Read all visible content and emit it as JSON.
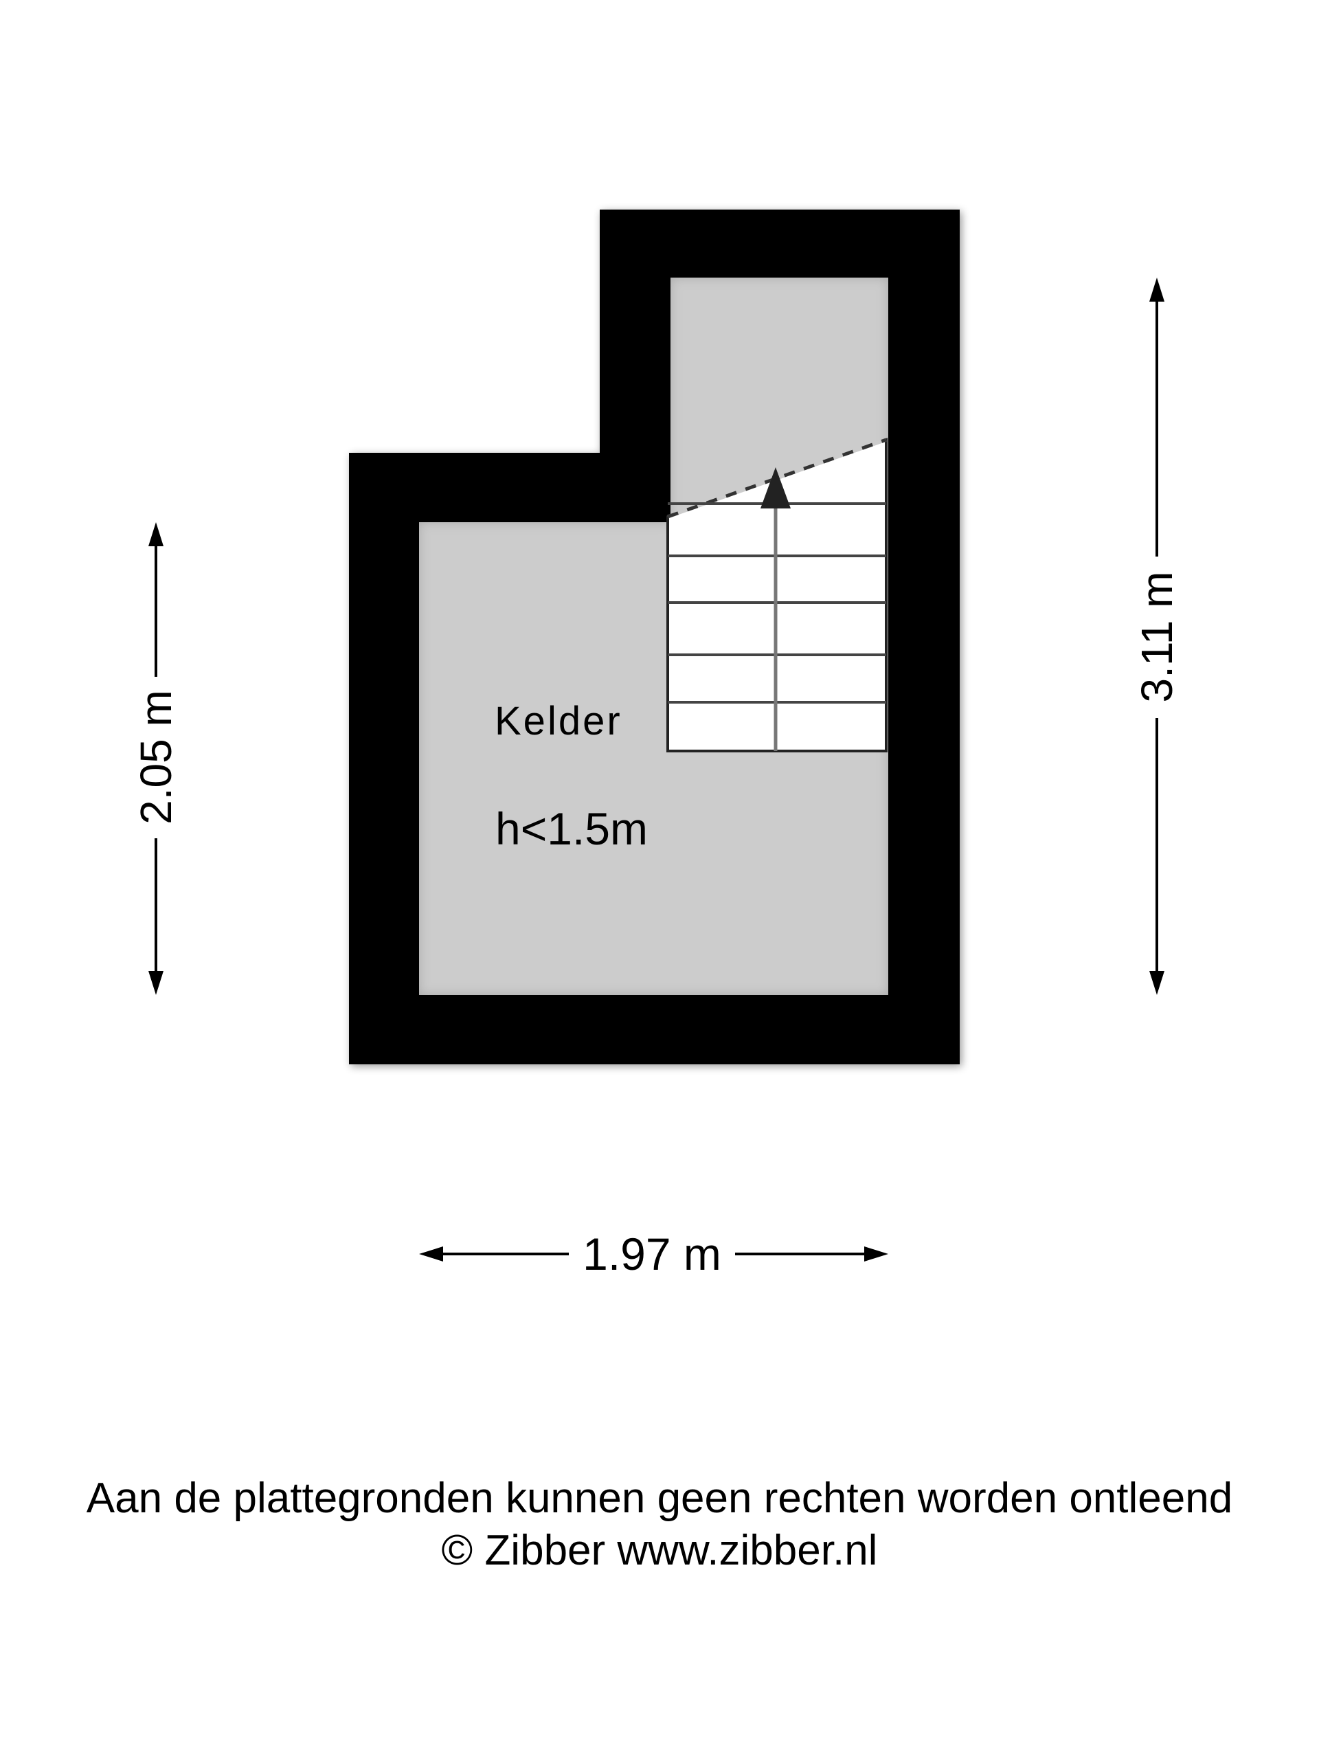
{
  "room": {
    "name": "Kelder",
    "height_note": "h<1.5m"
  },
  "dimensions": {
    "left": "2.05 m",
    "right": "3.11 m",
    "bottom": "1.97 m"
  },
  "footer": {
    "disclaimer": "Aan de plattegronden kunnen geen rechten worden ontleend",
    "copyright": "© Zibber www.zibber.nl"
  },
  "colors": {
    "wall": "#000000",
    "floor": "#cccccc",
    "stairs": "#ffffff"
  }
}
